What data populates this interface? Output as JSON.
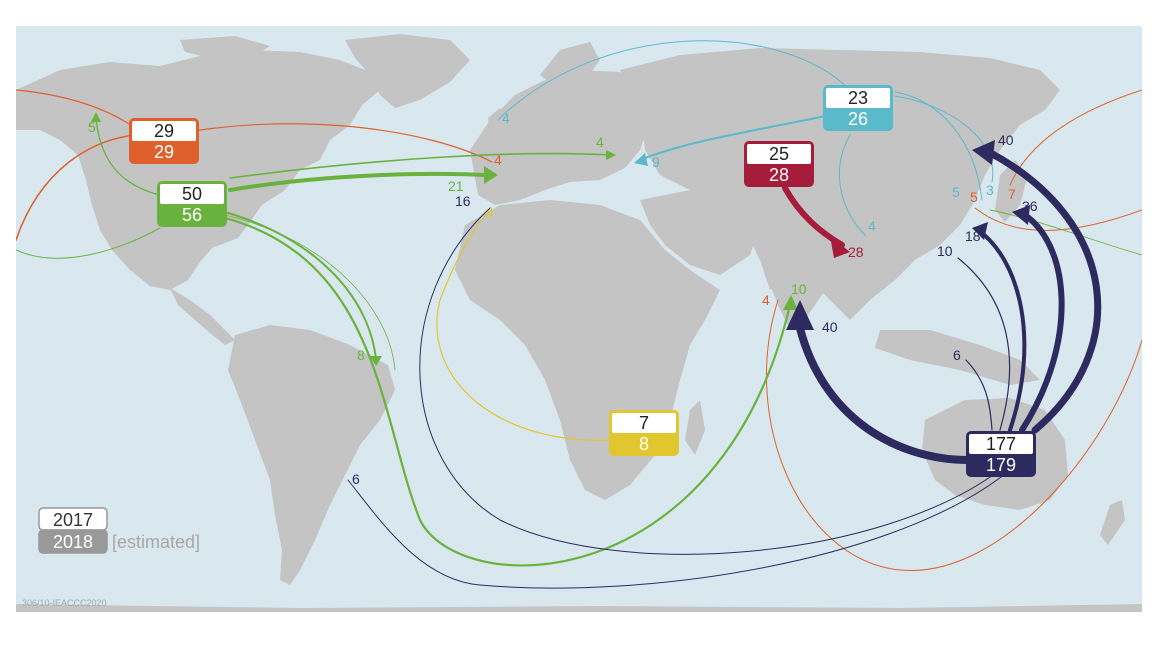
{
  "colors": {
    "ocean": "#d9e8ef",
    "land": "#c4c4c4",
    "orange": "#e0602c",
    "green": "#6ab23e",
    "navy": "#2d2a5f",
    "teal": "#5bb9cc",
    "crimson": "#a51d3b",
    "yellow": "#e2c62e",
    "gray": "#999999"
  },
  "boxes": [
    {
      "id": "north-america-orange",
      "top": "29",
      "bottom": "29",
      "color": "#e0602c"
    },
    {
      "id": "north-america-green",
      "top": "50",
      "bottom": "56",
      "color": "#6ab23e"
    },
    {
      "id": "russia-teal",
      "top": "23",
      "bottom": "26",
      "color": "#5bb9cc"
    },
    {
      "id": "central-asia-crimson",
      "top": "25",
      "bottom": "28",
      "color": "#a51d3b"
    },
    {
      "id": "southern-africa-yellow",
      "top": "7",
      "bottom": "8",
      "color": "#e2c62e"
    },
    {
      "id": "australia-navy",
      "top": "177",
      "bottom": "179",
      "color": "#2d2a5f"
    }
  ],
  "labels": [
    {
      "id": "na-to-arctic",
      "text": "5",
      "color": "#6ab23e"
    },
    {
      "id": "na-orange-europe",
      "text": "4",
      "color": "#e0602c"
    },
    {
      "id": "na-green-europe",
      "text": "21",
      "color": "#6ab23e"
    },
    {
      "id": "na-green-east-europe",
      "text": "4",
      "color": "#6ab23e"
    },
    {
      "id": "russia-to-uk",
      "text": "4",
      "color": "#5bb9cc"
    },
    {
      "id": "russia-to-blacksea",
      "text": "9",
      "color": "#5bb9cc"
    },
    {
      "id": "aus-to-spain",
      "text": "16",
      "color": "#2d2a5f"
    },
    {
      "id": "safrica-to-spain",
      "text": "4",
      "color": "#e2c62e"
    },
    {
      "id": "na-to-brazil",
      "text": "8",
      "color": "#6ab23e"
    },
    {
      "id": "aus-to-argentina",
      "text": "6",
      "color": "#2d2a5f"
    },
    {
      "id": "russia-to-china",
      "text": "4",
      "color": "#5bb9cc"
    },
    {
      "id": "asia-to-china",
      "text": "28",
      "color": "#a51d3b"
    },
    {
      "id": "orange-to-india",
      "text": "4",
      "color": "#e0602c"
    },
    {
      "id": "green-to-india",
      "text": "10",
      "color": "#6ab23e"
    },
    {
      "id": "aus-to-india",
      "text": "40",
      "color": "#2d2a5f"
    },
    {
      "id": "aus-to-japan",
      "text": "40",
      "color": "#2d2a5f"
    },
    {
      "id": "aus-to-korea",
      "text": "36",
      "color": "#2d2a5f"
    },
    {
      "id": "aus-to-korea-2",
      "text": "18",
      "color": "#2d2a5f"
    },
    {
      "id": "aus-to-taiwan",
      "text": "10",
      "color": "#2d2a5f"
    },
    {
      "id": "aus-to-indonesia",
      "text": "6",
      "color": "#2d2a5f"
    },
    {
      "id": "teal-to-korea",
      "text": "5",
      "color": "#5bb9cc"
    },
    {
      "id": "teal-to-japan",
      "text": "3",
      "color": "#5bb9cc"
    },
    {
      "id": "orange-to-korea",
      "text": "5",
      "color": "#e0602c"
    },
    {
      "id": "orange-to-japan",
      "text": "7",
      "color": "#e0602c"
    }
  ],
  "legend": {
    "year_top": "2017",
    "year_bottom": "2018",
    "estimated": "[estimated]"
  },
  "footer": {
    "code": "306/10-IEACCC2020"
  }
}
